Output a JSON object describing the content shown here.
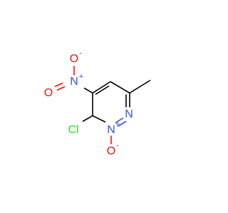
{
  "molecule": {
    "atoms": {
      "n_ring": {
        "label": "N",
        "color": "#3050F8"
      },
      "n_oxide": {
        "label": "N",
        "charge": "+",
        "color": "#3050F8"
      },
      "o_oxide": {
        "label": "O",
        "charge": "-",
        "color": "#FF0D0D"
      },
      "cl": {
        "label": "Cl",
        "color": "#1FF01F"
      },
      "n_nitro": {
        "label": "N",
        "charge": "+",
        "color": "#3050F8"
      },
      "o_nitro_top": {
        "label": "O",
        "charge": "-",
        "color": "#FF0D0D"
      },
      "o_nitro_left": {
        "label": "O",
        "color": "#FF0D0D"
      }
    },
    "bond_color": "#000000"
  }
}
